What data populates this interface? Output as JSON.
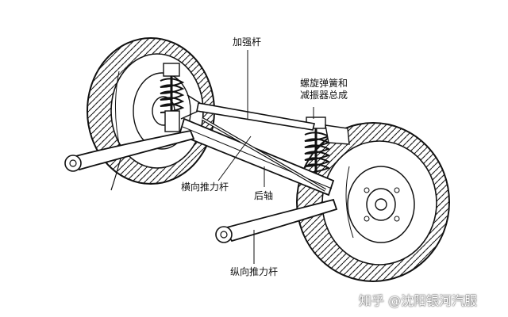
{
  "diagram": {
    "labels": {
      "stabilizer_bar": "加强杆",
      "coil_spring_damper": "螺旋弹簧和\n减振器总成",
      "lateral_link": "横向推力杆",
      "rear_axle": "后轴",
      "trailing_arm": "纵向推力杆"
    },
    "watermark": "知乎 @沈阳银河汽服"
  }
}
